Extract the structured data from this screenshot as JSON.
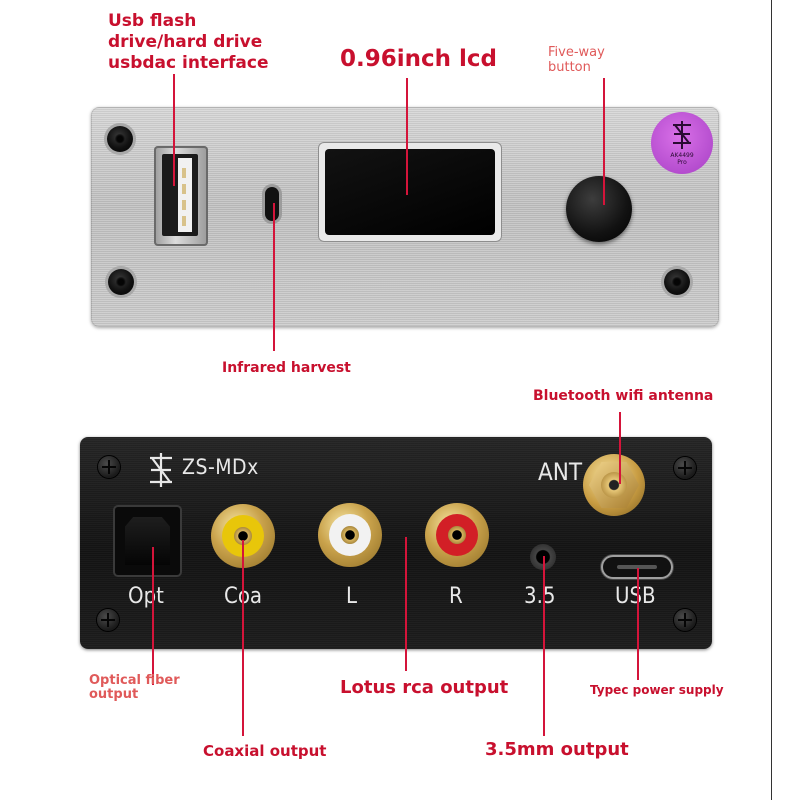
{
  "callouts": {
    "usb_interface": [
      "Usb flash",
      "drive/hard drive",
      "usbdac interface"
    ],
    "lcd": "0.96inch lcd",
    "five_way_button": [
      "Five-way",
      "button"
    ],
    "infrared": "Infrared harvest",
    "bluetooth_antenna": "Bluetooth wifi antenna",
    "optical_output": [
      "Optical fiber",
      "output"
    ],
    "lotus_rca": "Lotus rca output",
    "typec_power": "Typec power supply",
    "coaxial_output": "Coaxial output",
    "mm35_output": "3.5mm output"
  },
  "device": {
    "brand": "ZS-MDx",
    "antenna_label": "ANT",
    "port_labels": {
      "opt": "Opt",
      "coa": "Coa",
      "left": "L",
      "right": "R",
      "mm35": "3.5",
      "usb": "USB"
    },
    "sticker_text": [
      "AK4499",
      "Pro"
    ]
  },
  "colors": {
    "callout_red": "#c8102e",
    "callout_light_red": "#e05a5a",
    "silver_panel": "#c6c6c6",
    "black_panel": "#1a1a1a",
    "coaxial_insulator": "#e8c60a",
    "left_insulator": "#f2f2f2",
    "right_insulator": "#d21f26",
    "sticker_purple": "#c054dc"
  },
  "icons": [
    "zs-logo-icon",
    "sticker-logo-icon"
  ]
}
